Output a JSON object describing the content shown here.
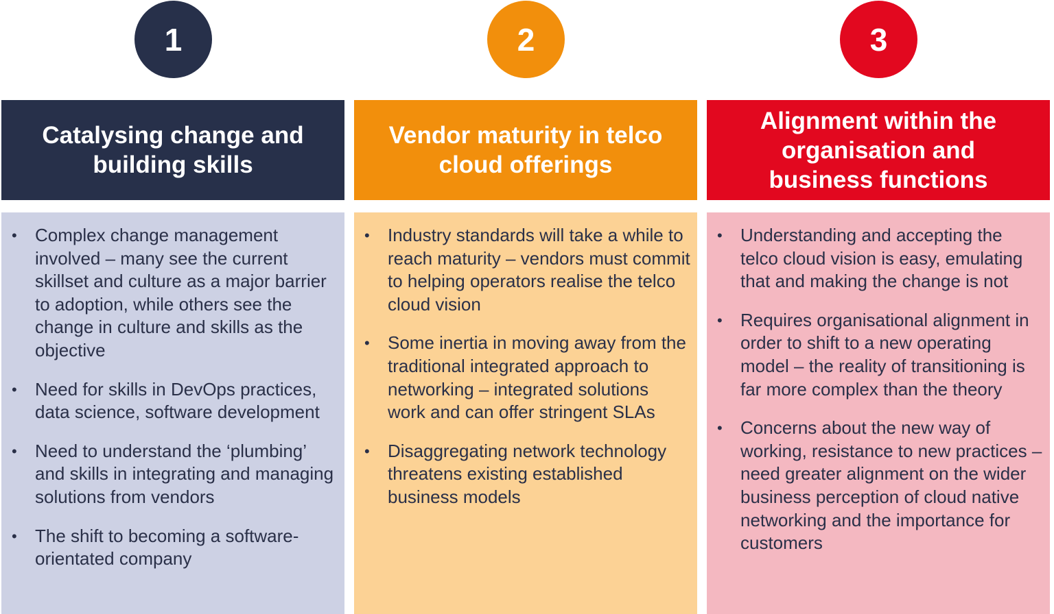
{
  "columns": [
    {
      "number": "1",
      "title": "Catalysing change and building skills",
      "colors": {
        "accent": "#27304a",
        "panel": "#cdd1e4"
      },
      "bullets": [
        "Complex change management involved – many see the current skillset and culture as a major barrier to adoption, while others see the change in culture and skills as the objective",
        "Need for skills in DevOps practices, data science, software development",
        "Need to understand the ‘plumbing’ and skills in integrating and managing solutions from vendors",
        "The shift to becoming a software-orientated company"
      ]
    },
    {
      "number": "2",
      "title": "Vendor maturity in telco cloud offerings",
      "colors": {
        "accent": "#f28f0c",
        "panel": "#fcd295"
      },
      "bullets": [
        "Industry standards will take a while to reach maturity – vendors must commit to helping operators realise the telco cloud vision",
        "Some inertia in moving away from the traditional integrated approach to networking – integrated solutions work and can offer stringent SLAs",
        "Disaggregating network technology threatens existing established business models"
      ]
    },
    {
      "number": "3",
      "title": "Alignment within the organisation and business functions",
      "colors": {
        "accent": "#e2081f",
        "panel": "#f4b8c1"
      },
      "bullets": [
        "Understanding and accepting the telco cloud vision is easy, emulating that and making the change is not",
        "Requires organisational alignment in order to shift to a new operating model – the reality of transitioning is far more complex than the theory",
        "Concerns about the new way of working, resistance to new practices – need greater alignment on the wider business perception of cloud native networking and the importance for customers"
      ]
    }
  ],
  "bullet_symbol": "•"
}
